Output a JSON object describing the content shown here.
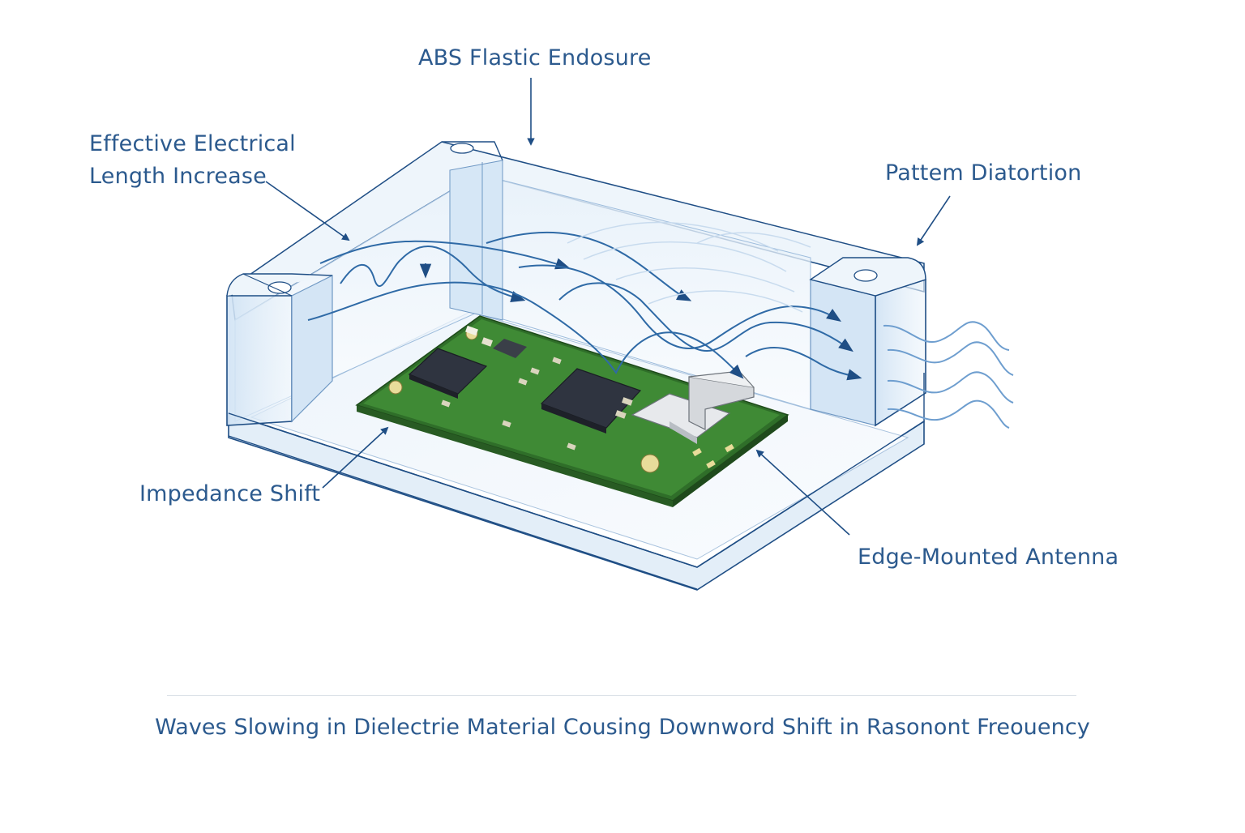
{
  "labels": {
    "enclosure": "ABS Flastic Endosure",
    "length_line1": "Effective Electrical",
    "length_line2": "Length Increase",
    "pattern": "Pattem Diatortion",
    "impedance": "Impedance Shift",
    "antenna": "Edge-Mounted Antenna"
  },
  "caption": "Waves Slowing in Dielectrie Material Cousing Downword Shift in Rasonont Freouency",
  "colors": {
    "text": "#2c5a8e",
    "arrow": "#1f4e85",
    "wave": "#2f6aa6",
    "pcb": "#3f8a35",
    "enclosure_tint": "#dbeaf7",
    "chip": "#2f3440",
    "antenna": "#d5d8dc"
  }
}
